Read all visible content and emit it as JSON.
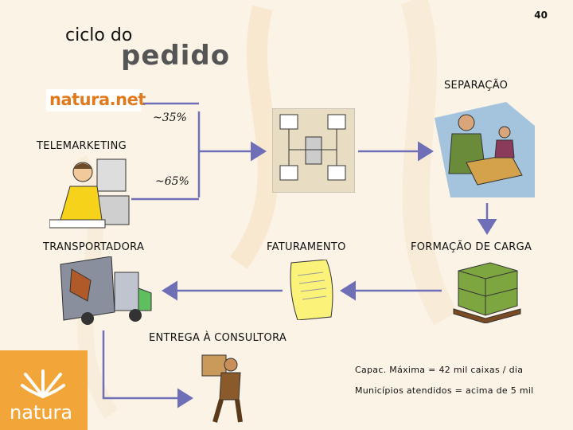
{
  "page_number": "40",
  "title": {
    "line1": "ciclo do",
    "line2": "pedido"
  },
  "logo_natura_net": "natura.net",
  "logo_natura": "natura",
  "channels": {
    "web_share": "~35%",
    "telemarketing_label": "TELEMARKETING",
    "telemarketing_share": "~65%"
  },
  "steps": {
    "separacao": "SEPARAÇÃO",
    "faturamento": "FATURAMENTO",
    "formacao_carga": "FORMAÇÃO DE CARGA",
    "transportadora": "TRANSPORTADORA",
    "entrega": "ENTREGA À CONSULTORA"
  },
  "notes": {
    "capacidade": "Capac. Máxima = 42 mil caixas / dia",
    "municipios": "Municípios atendidos = acima de 5 mil"
  },
  "colors": {
    "arrow": "#6f6fb8",
    "brand_orange": "#f2a63a",
    "background": "#fbf3e6"
  }
}
